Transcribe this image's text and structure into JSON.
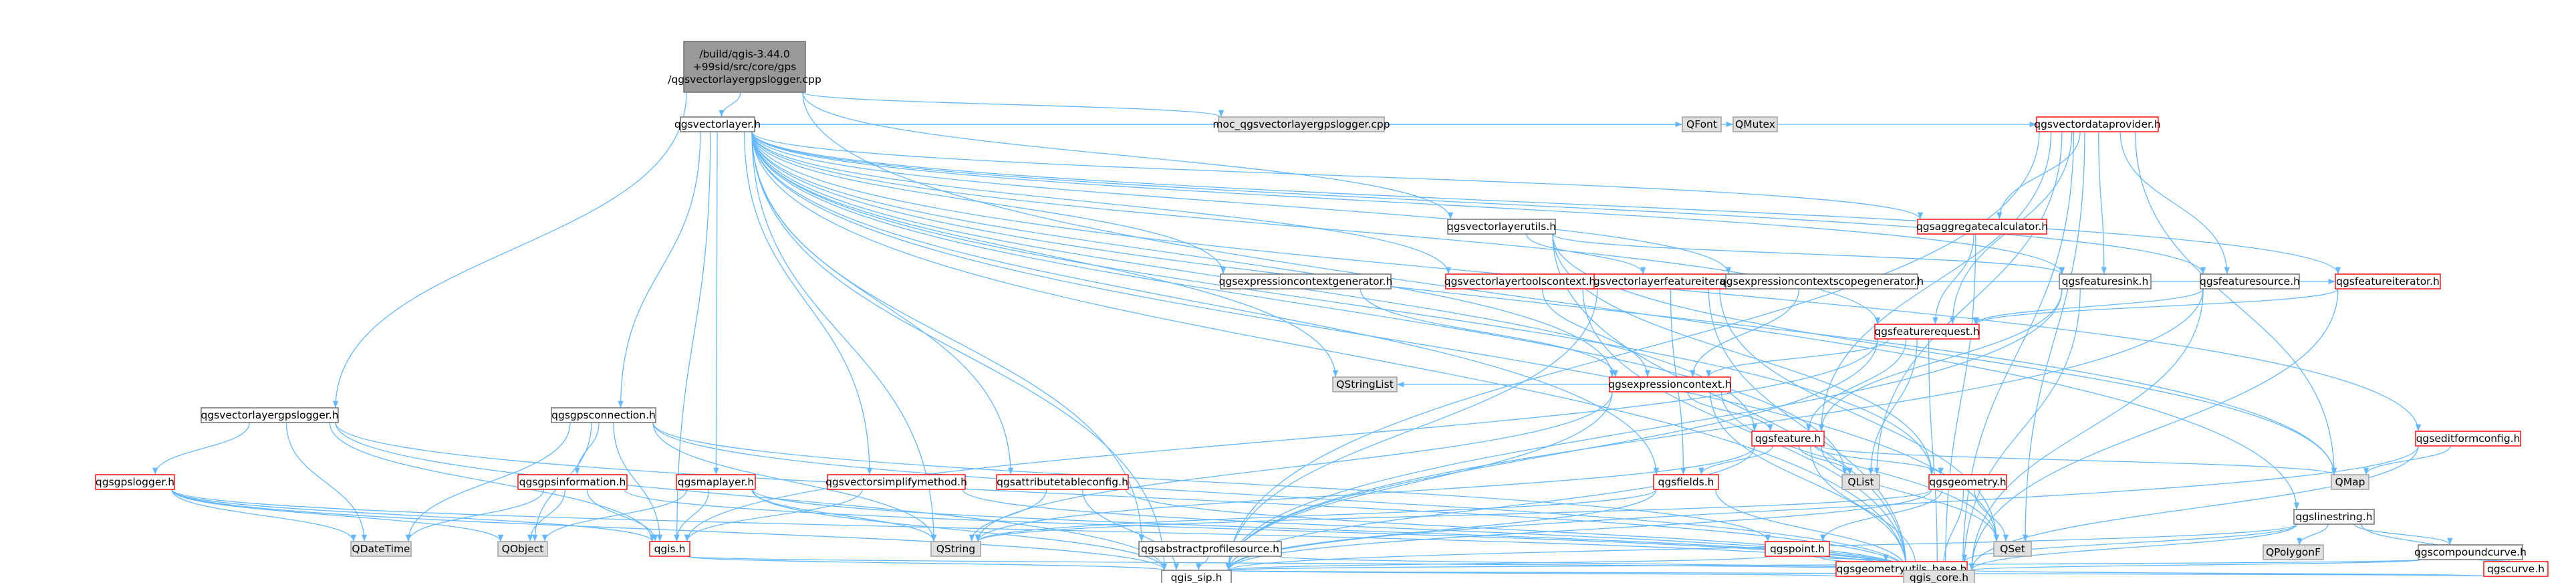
{
  "colors": {
    "root_fill": "#999999",
    "root_stroke": "#666666",
    "node_fill": "#ffffff",
    "documented_stroke": "#666666",
    "undocumented_stroke": "#ff0000",
    "external_fill": "#e0e0e0",
    "external_stroke": "#999999",
    "edge": "#63b8ff"
  },
  "nodes": [
    {
      "id": "root",
      "label": "/build/qgis-3.44.0\n+99sid/src/core/gps\n/qgsvectorlayergpslogger.cpp",
      "kind": "root"
    },
    {
      "id": "qgsvectorlayer_h",
      "label": "qgsvectorlayer.h",
      "kind": "doc"
    },
    {
      "id": "moc",
      "label": "moc_qgsvectorlayergpslogger.cpp",
      "kind": "ext"
    },
    {
      "id": "qgsvectorlayerutils_h",
      "label": "qgsvectorlayerutils.h",
      "kind": "doc"
    },
    {
      "id": "qgsvectorlayergpslogger_h",
      "label": "qgsvectorlayergpslogger.h",
      "kind": "doc"
    },
    {
      "id": "qgslinestring_h",
      "label": "qgslinestring.h",
      "kind": "doc"
    },
    {
      "id": "QFont",
      "label": "QFont",
      "kind": "ext"
    },
    {
      "id": "QMutex",
      "label": "QMutex",
      "kind": "ext"
    },
    {
      "id": "qgsvectordataprovider_h",
      "label": "qgsvectordataprovider.h",
      "kind": "red"
    },
    {
      "id": "qgsvectorlayerfeatureiterator_h",
      "label": "qgsvectorlayerfeatureiterator.h",
      "kind": "red"
    },
    {
      "id": "qgsaggregatecalculator_h",
      "label": "qgsaggregatecalculator.h",
      "kind": "red"
    },
    {
      "id": "qgsfeaturesink_h",
      "label": "qgsfeaturesink.h",
      "kind": "doc"
    },
    {
      "id": "qgsfeaturesource_h",
      "label": "qgsfeaturesource.h",
      "kind": "doc"
    },
    {
      "id": "qgsexpressioncontextscopegenerator_h",
      "label": "qgsexpressioncontextscopegenerator.h",
      "kind": "doc"
    },
    {
      "id": "qgsfeatureiterator_h",
      "label": "qgsfeatureiterator.h",
      "kind": "red"
    },
    {
      "id": "qgsexpressioncontextgenerator_h",
      "label": "qgsexpressioncontextgenerator.h",
      "kind": "doc"
    },
    {
      "id": "qgsvectorlayertoolscontext_h",
      "label": "qgsvectorlayertoolscontext.h",
      "kind": "red"
    },
    {
      "id": "qgsfeaturerequest_h",
      "label": "qgsfeaturerequest.h",
      "kind": "red"
    },
    {
      "id": "qgsexpressioncontext_h",
      "label": "qgsexpressioncontext.h",
      "kind": "red"
    },
    {
      "id": "QStringList",
      "label": "QStringList",
      "kind": "ext"
    },
    {
      "id": "qgsfeature_h",
      "label": "qgsfeature.h",
      "kind": "red"
    },
    {
      "id": "qgseditformconfig_h",
      "label": "qgseditformconfig.h",
      "kind": "red"
    },
    {
      "id": "qgsgpsconnection_h",
      "label": "qgsgpsconnection.h",
      "kind": "doc"
    },
    {
      "id": "qgsgpslogger_h",
      "label": "qgsgpslogger.h",
      "kind": "red"
    },
    {
      "id": "qgsgpsinformation_h",
      "label": "qgsgpsinformation.h",
      "kind": "red"
    },
    {
      "id": "qgsmaplayer_h",
      "label": "qgsmaplayer.h",
      "kind": "red"
    },
    {
      "id": "qgsvectorsimplifymethod_h",
      "label": "qgsvectorsimplifymethod.h",
      "kind": "red"
    },
    {
      "id": "qgsattributetableconfig_h",
      "label": "qgsattributetableconfig.h",
      "kind": "red"
    },
    {
      "id": "qgsfields_h",
      "label": "qgsfields.h",
      "kind": "red"
    },
    {
      "id": "QList",
      "label": "QList",
      "kind": "ext"
    },
    {
      "id": "qgsgeometry_h",
      "label": "qgsgeometry.h",
      "kind": "red"
    },
    {
      "id": "QMap",
      "label": "QMap",
      "kind": "ext"
    },
    {
      "id": "QPolygonF",
      "label": "QPolygonF",
      "kind": "ext"
    },
    {
      "id": "qgscompoundcurve_h",
      "label": "qgscompoundcurve.h",
      "kind": "doc"
    },
    {
      "id": "QDateTime",
      "label": "QDateTime",
      "kind": "ext"
    },
    {
      "id": "QObject",
      "label": "QObject",
      "kind": "ext"
    },
    {
      "id": "qgis_h",
      "label": "qgis.h",
      "kind": "red"
    },
    {
      "id": "QString",
      "label": "QString",
      "kind": "ext"
    },
    {
      "id": "QSet",
      "label": "QSet",
      "kind": "ext"
    },
    {
      "id": "qgspoint_h",
      "label": "qgspoint.h",
      "kind": "red"
    },
    {
      "id": "qgsabstractprofilesource_h",
      "label": "qgsabstractprofilesource.h",
      "kind": "doc"
    },
    {
      "id": "qgsgeometryutils_base_h",
      "label": "qgsgeometryutils_base.h",
      "kind": "red"
    },
    {
      "id": "qgscurve_h",
      "label": "qgscurve.h",
      "kind": "red"
    },
    {
      "id": "qgis_sip_h",
      "label": "qgis_sip.h",
      "kind": "doc"
    },
    {
      "id": "qgis_core_h",
      "label": "qgis_core.h",
      "kind": "ext"
    }
  ],
  "edges": [
    [
      "root",
      "qgsvectorlayer_h"
    ],
    [
      "root",
      "moc"
    ],
    [
      "root",
      "qgsvectorlayerutils_h"
    ],
    [
      "root",
      "qgsvectorlayergpslogger_h"
    ],
    [
      "root",
      "qgslinestring_h"
    ],
    [
      "qgsvectorlayer_h",
      "QFont"
    ],
    [
      "qgsvectorlayer_h",
      "QMutex"
    ],
    [
      "qgsvectorlayer_h",
      "qgsvectordataprovider_h"
    ],
    [
      "qgsvectorlayer_h",
      "qgsaggregatecalculator_h"
    ],
    [
      "qgsvectorlayer_h",
      "qgsfeaturesink_h"
    ],
    [
      "qgsvectorlayer_h",
      "qgsfeaturesource_h"
    ],
    [
      "qgsvectorlayer_h",
      "qgsexpressioncontextscopegenerator_h"
    ],
    [
      "qgsvectorlayer_h",
      "qgsfeatureiterator_h"
    ],
    [
      "qgsvectorlayer_h",
      "qgsexpressioncontextgenerator_h"
    ],
    [
      "qgsvectorlayer_h",
      "qgsvectorlayertoolscontext_h"
    ],
    [
      "qgsvectorlayer_h",
      "qgsfeaturerequest_h"
    ],
    [
      "qgsvectorlayer_h",
      "qgsexpressioncontext_h"
    ],
    [
      "qgsvectorlayer_h",
      "QStringList"
    ],
    [
      "qgsvectorlayer_h",
      "qgsfeature_h"
    ],
    [
      "qgsvectorlayer_h",
      "qgseditformconfig_h"
    ],
    [
      "qgsvectorlayer_h",
      "qgsgpsconnection_h"
    ],
    [
      "qgsvectorlayer_h",
      "qgsmaplayer_h"
    ],
    [
      "qgsvectorlayer_h",
      "qgsvectorsimplifymethod_h"
    ],
    [
      "qgsvectorlayer_h",
      "qgsattributetableconfig_h"
    ],
    [
      "qgsvectorlayer_h",
      "qgsfields_h"
    ],
    [
      "qgsvectorlayer_h",
      "QList"
    ],
    [
      "qgsvectorlayer_h",
      "qgsgeometry_h"
    ],
    [
      "qgsvectorlayer_h",
      "QMap"
    ],
    [
      "qgsvectorlayer_h",
      "qgis_h"
    ],
    [
      "qgsvectorlayer_h",
      "QString"
    ],
    [
      "qgsvectorlayer_h",
      "QSet"
    ],
    [
      "qgsvectorlayer_h",
      "qgsabstractprofilesource_h"
    ],
    [
      "qgsvectorlayer_h",
      "qgis_sip_h"
    ],
    [
      "qgsvectorlayer_h",
      "qgis_core_h"
    ],
    [
      "qgsvectorlayerutils_h",
      "qgsvectorlayerfeatureiterator_h"
    ],
    [
      "qgsvectorlayerutils_h",
      "qgsfeaturesink_h"
    ],
    [
      "qgsvectorlayerutils_h",
      "qgsgeometry_h"
    ],
    [
      "qgsvectorlayerutils_h",
      "qgis_core_h"
    ],
    [
      "qgsvectorlayerutils_h",
      "QMap"
    ],
    [
      "qgsvectordataprovider_h",
      "qgsaggregatecalculator_h"
    ],
    [
      "qgsvectordataprovider_h",
      "qgsfeaturesink_h"
    ],
    [
      "qgsvectordataprovider_h",
      "qgsfeaturesource_h"
    ],
    [
      "qgsvectordataprovider_h",
      "qgsfeaturerequest_h"
    ],
    [
      "qgsvectordataprovider_h",
      "qgsfeature_h"
    ],
    [
      "qgsvectordataprovider_h",
      "QList"
    ],
    [
      "qgsvectordataprovider_h",
      "QSet"
    ],
    [
      "qgsvectordataprovider_h",
      "QMap"
    ],
    [
      "qgsvectordataprovider_h",
      "qgis_sip_h"
    ],
    [
      "qgsvectordataprovider_h",
      "qgis_core_h"
    ],
    [
      "qgsvectorlayerfeatureiterator_h",
      "qgsfeatureiterator_h"
    ],
    [
      "qgsvectorlayerfeatureiterator_h",
      "qgsexpressioncontextscopegenerator_h"
    ],
    [
      "qgsvectorlayerfeatureiterator_h",
      "qgsfields_h"
    ],
    [
      "qgsvectorlayerfeatureiterator_h",
      "QSet"
    ],
    [
      "qgsvectorlayerfeatureiterator_h",
      "qgis_sip_h"
    ],
    [
      "qgsvectorlayerfeatureiterator_h",
      "qgis_core_h"
    ],
    [
      "qgsaggregatecalculator_h",
      "qgsfeaturerequest_h"
    ],
    [
      "qgsaggregatecalculator_h",
      "qgis_core_h"
    ],
    [
      "qgsfeaturesink_h",
      "qgsfeature_h"
    ],
    [
      "qgsfeaturesink_h",
      "qgis_sip_h"
    ],
    [
      "qgsfeaturesink_h",
      "qgis_core_h"
    ],
    [
      "qgsfeaturesource_h",
      "qgsfeaturerequest_h"
    ],
    [
      "qgsfeaturesource_h",
      "qgis_sip_h"
    ],
    [
      "qgsfeaturesource_h",
      "qgis_core_h"
    ],
    [
      "qgsexpressioncontextscopegenerator_h",
      "qgsexpressioncontext_h"
    ],
    [
      "qgsfeatureiterator_h",
      "qgsfeaturerequest_h"
    ],
    [
      "qgsfeatureiterator_h",
      "qgis_core_h"
    ],
    [
      "qgsexpressioncontextgenerator_h",
      "qgsexpressioncontext_h"
    ],
    [
      "qgsvectorlayertoolscontext_h",
      "qgsexpressioncontext_h"
    ],
    [
      "qgsvectorlayertoolscontext_h",
      "qgis_core_h"
    ],
    [
      "qgsfeaturerequest_h",
      "qgsexpressioncontext_h"
    ],
    [
      "qgsfeaturerequest_h",
      "qgsfeature_h"
    ],
    [
      "qgsfeaturerequest_h",
      "QList"
    ],
    [
      "qgsfeaturerequest_h",
      "qgis_h"
    ],
    [
      "qgsfeaturerequest_h",
      "qgis_sip_h"
    ],
    [
      "qgsfeaturerequest_h",
      "qgis_core_h"
    ],
    [
      "qgsexpressioncontext_h",
      "QStringList"
    ],
    [
      "qgsexpressioncontext_h",
      "qgsfeature_h"
    ],
    [
      "qgsexpressioncontext_h",
      "QString"
    ],
    [
      "qgsexpressioncontext_h",
      "QSet"
    ],
    [
      "qgsexpressioncontext_h",
      "qgis_sip_h"
    ],
    [
      "qgsexpressioncontext_h",
      "qgis_core_h"
    ],
    [
      "qgsfeature_h",
      "qgsfields_h"
    ],
    [
      "qgsfeature_h",
      "QList"
    ],
    [
      "qgsfeature_h",
      "qgsgeometry_h"
    ],
    [
      "qgsfeature_h",
      "QMap"
    ],
    [
      "qgsfeature_h",
      "QString"
    ],
    [
      "qgsfeature_h",
      "QSet"
    ],
    [
      "qgsfeature_h",
      "qgis_sip_h"
    ],
    [
      "qgsfeature_h",
      "qgis_core_h"
    ],
    [
      "qgseditformconfig_h",
      "QMap"
    ],
    [
      "qgseditformconfig_h",
      "qgis_sip_h"
    ],
    [
      "qgseditformconfig_h",
      "qgis_core_h"
    ],
    [
      "qgsvectorlayergpslogger_h",
      "qgsgpslogger_h"
    ],
    [
      "qgsvectorlayergpslogger_h",
      "QDateTime"
    ],
    [
      "qgsvectorlayergpslogger_h",
      "qgis_h"
    ],
    [
      "qgsvectorlayergpslogger_h",
      "qgis_sip_h"
    ],
    [
      "qgsvectorlayergpslogger_h",
      "qgis_core_h"
    ],
    [
      "qgsgpsconnection_h",
      "qgsgpsinformation_h"
    ],
    [
      "qgsgpsconnection_h",
      "QDateTime"
    ],
    [
      "qgsgpsconnection_h",
      "QObject"
    ],
    [
      "qgsgpsconnection_h",
      "qgis_h"
    ],
    [
      "qgsgpsconnection_h",
      "QString"
    ],
    [
      "qgsgpsconnection_h",
      "qgspoint_h"
    ],
    [
      "qgsgpsconnection_h",
      "qgis_core_h"
    ],
    [
      "qgsgpslogger_h",
      "QDateTime"
    ],
    [
      "qgsgpslogger_h",
      "QObject"
    ],
    [
      "qgsgpslogger_h",
      "qgis_h"
    ],
    [
      "qgsgpslogger_h",
      "qgis_sip_h"
    ],
    [
      "qgsgpslogger_h",
      "qgis_core_h"
    ],
    [
      "qgsgpsinformation_h",
      "QDateTime"
    ],
    [
      "qgsgpsinformation_h",
      "QObject"
    ],
    [
      "qgsgpsinformation_h",
      "qgis_h"
    ],
    [
      "qgsgpsinformation_h",
      "qgis_core_h"
    ],
    [
      "qgsmaplayer_h",
      "QObject"
    ],
    [
      "qgsmaplayer_h",
      "qgis_h"
    ],
    [
      "qgsmaplayer_h",
      "QString"
    ],
    [
      "qgsmaplayer_h",
      "qgis_sip_h"
    ],
    [
      "qgsmaplayer_h",
      "qgis_core_h"
    ],
    [
      "qgsvectorsimplifymethod_h",
      "qgis_h"
    ],
    [
      "qgsvectorsimplifymethod_h",
      "qgis_core_h"
    ],
    [
      "qgsattributetableconfig_h",
      "QString"
    ],
    [
      "qgsattributetableconfig_h",
      "qgis_sip_h"
    ],
    [
      "qgsattributetableconfig_h",
      "qgis_core_h"
    ],
    [
      "qgsfields_h",
      "QString"
    ],
    [
      "qgsfields_h",
      "qgis_sip_h"
    ],
    [
      "qgsfields_h",
      "qgis_core_h"
    ],
    [
      "qgsgeometry_h",
      "QSet"
    ],
    [
      "qgsgeometry_h",
      "QString"
    ],
    [
      "qgsgeometry_h",
      "qgspoint_h"
    ],
    [
      "qgsgeometry_h",
      "qgis_sip_h"
    ],
    [
      "qgsgeometry_h",
      "qgis_core_h"
    ],
    [
      "qgslinestring_h",
      "QPolygonF"
    ],
    [
      "qgslinestring_h",
      "qgscompoundcurve_h"
    ],
    [
      "qgslinestring_h",
      "qgscurve_h"
    ],
    [
      "qgslinestring_h",
      "qgsgeometryutils_base_h"
    ],
    [
      "qgslinestring_h",
      "qgis_sip_h"
    ],
    [
      "qgslinestring_h",
      "qgis_core_h"
    ],
    [
      "qgscompoundcurve_h",
      "qgscurve_h"
    ],
    [
      "qgscompoundcurve_h",
      "qgis_sip_h"
    ],
    [
      "qgscompoundcurve_h",
      "qgis_core_h"
    ],
    [
      "qgis_h",
      "qgis_sip_h"
    ],
    [
      "qgis_h",
      "qgis_core_h"
    ],
    [
      "qgspoint_h",
      "qgsgeometryutils_base_h"
    ],
    [
      "qgspoint_h",
      "qgis_sip_h"
    ],
    [
      "qgspoint_h",
      "qgis_core_h"
    ],
    [
      "qgsabstractprofilesource_h",
      "qgis_sip_h"
    ],
    [
      "qgsabstractprofilesource_h",
      "qgis_core_h"
    ],
    [
      "qgsgeometryutils_base_h",
      "qgis_sip_h"
    ],
    [
      "qgsgeometryutils_base_h",
      "qgis_core_h"
    ],
    [
      "qgscurve_h",
      "qgis_sip_h"
    ],
    [
      "qgscurve_h",
      "qgis_core_h"
    ]
  ]
}
